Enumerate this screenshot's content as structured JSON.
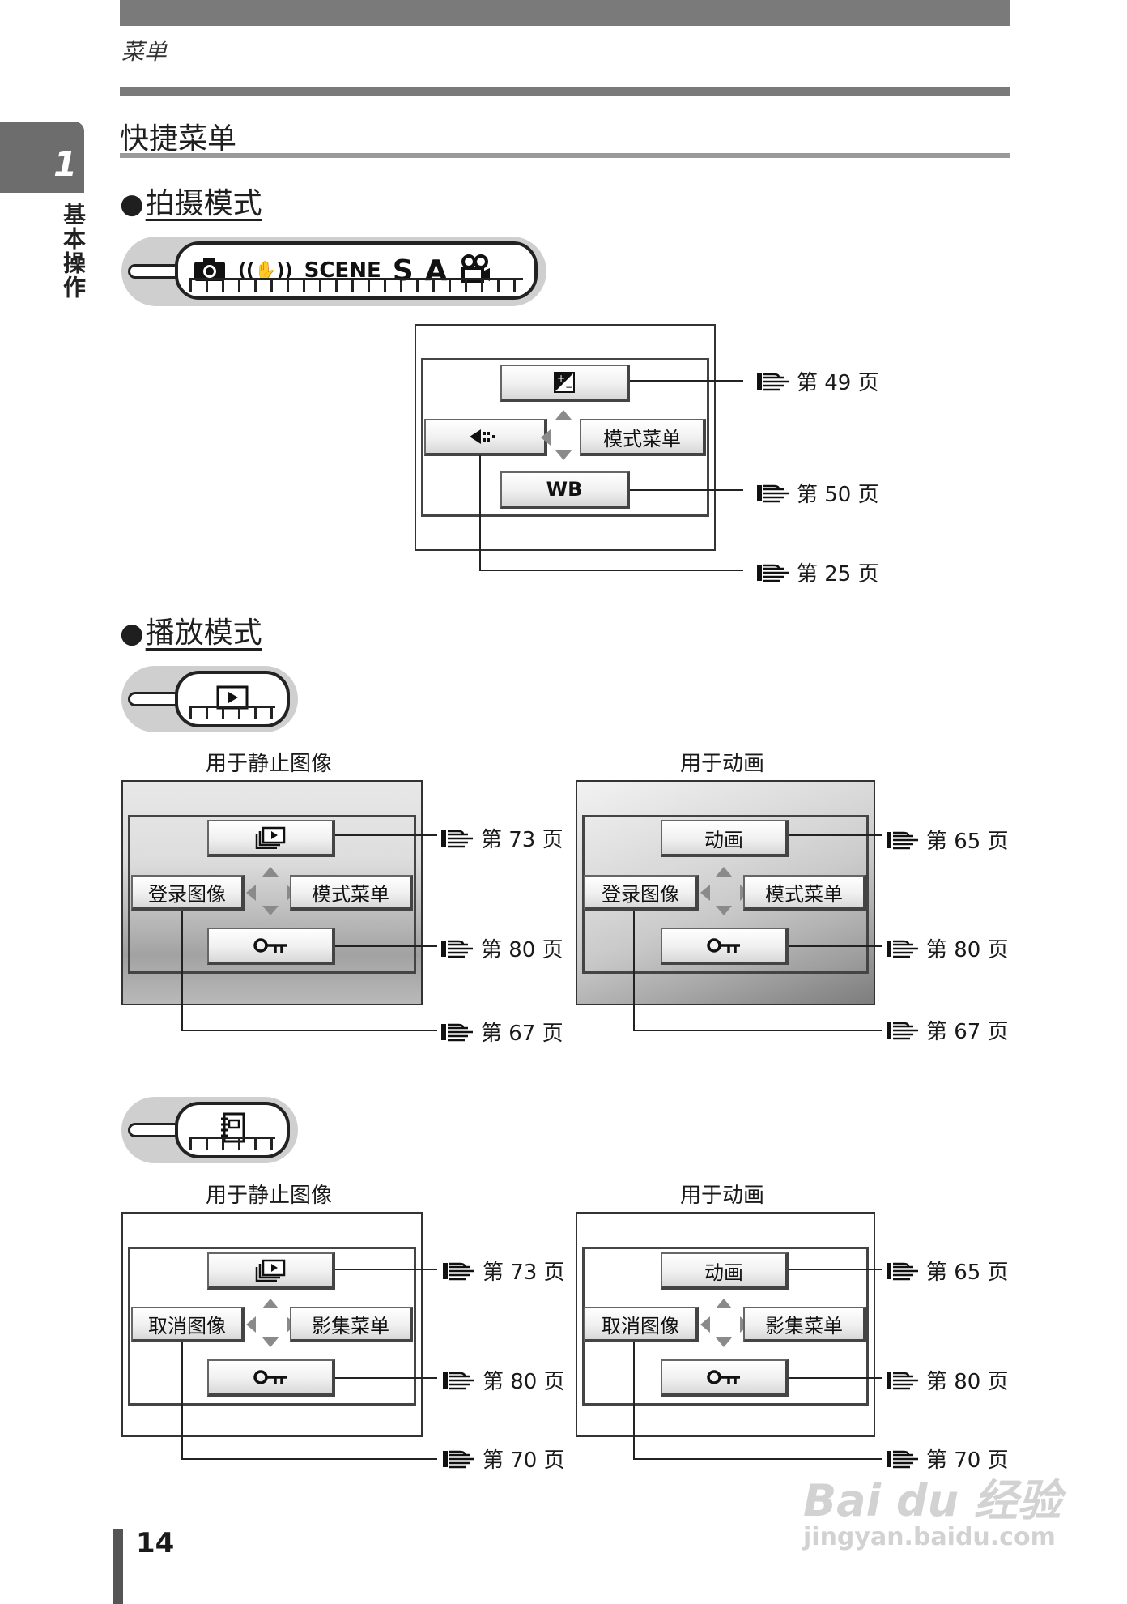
{
  "header": {
    "label": "菜单"
  },
  "section": {
    "title": "快捷菜单"
  },
  "chapter": {
    "number": "1",
    "label": "基本操作"
  },
  "shooting": {
    "heading": "拍摄模式",
    "dial": {
      "scene": "SCENE",
      "s": "S",
      "a": "A"
    },
    "keys": {
      "wb": "WB",
      "mode_menu": "模式菜单"
    },
    "refs": {
      "top": "第 49 页",
      "bottom": "第 50 页",
      "left": "第 25 页"
    }
  },
  "playback": {
    "heading": "播放模式",
    "still_caption": "用于静止图像",
    "movie_caption": "用于动画",
    "row1": {
      "left": {
        "keys": {
          "left": "登录图像",
          "right": "模式菜单"
        },
        "refs": {
          "top": "第 73 页",
          "bottom": "第 80 页",
          "left": "第 67 页"
        }
      },
      "right": {
        "keys": {
          "top": "动画",
          "left": "登录图像",
          "right": "模式菜单"
        },
        "refs": {
          "top": "第 65 页",
          "bottom": "第 80 页",
          "left": "第 67 页"
        }
      }
    },
    "row2": {
      "left": {
        "keys": {
          "left": "取消图像",
          "right": "影集菜单"
        },
        "refs": {
          "top": "第 73 页",
          "bottom": "第 80 页",
          "left": "第 70 页"
        }
      },
      "right": {
        "keys": {
          "top": "动画",
          "left": "取消图像",
          "right": "影集菜单"
        },
        "refs": {
          "top": "第 65 页",
          "bottom": "第 80 页",
          "left": "第 70 页"
        }
      }
    }
  },
  "footer": {
    "page_number": "14"
  },
  "watermark": {
    "brand": "Bai du 经验",
    "url": "jingyan.baidu.com"
  }
}
